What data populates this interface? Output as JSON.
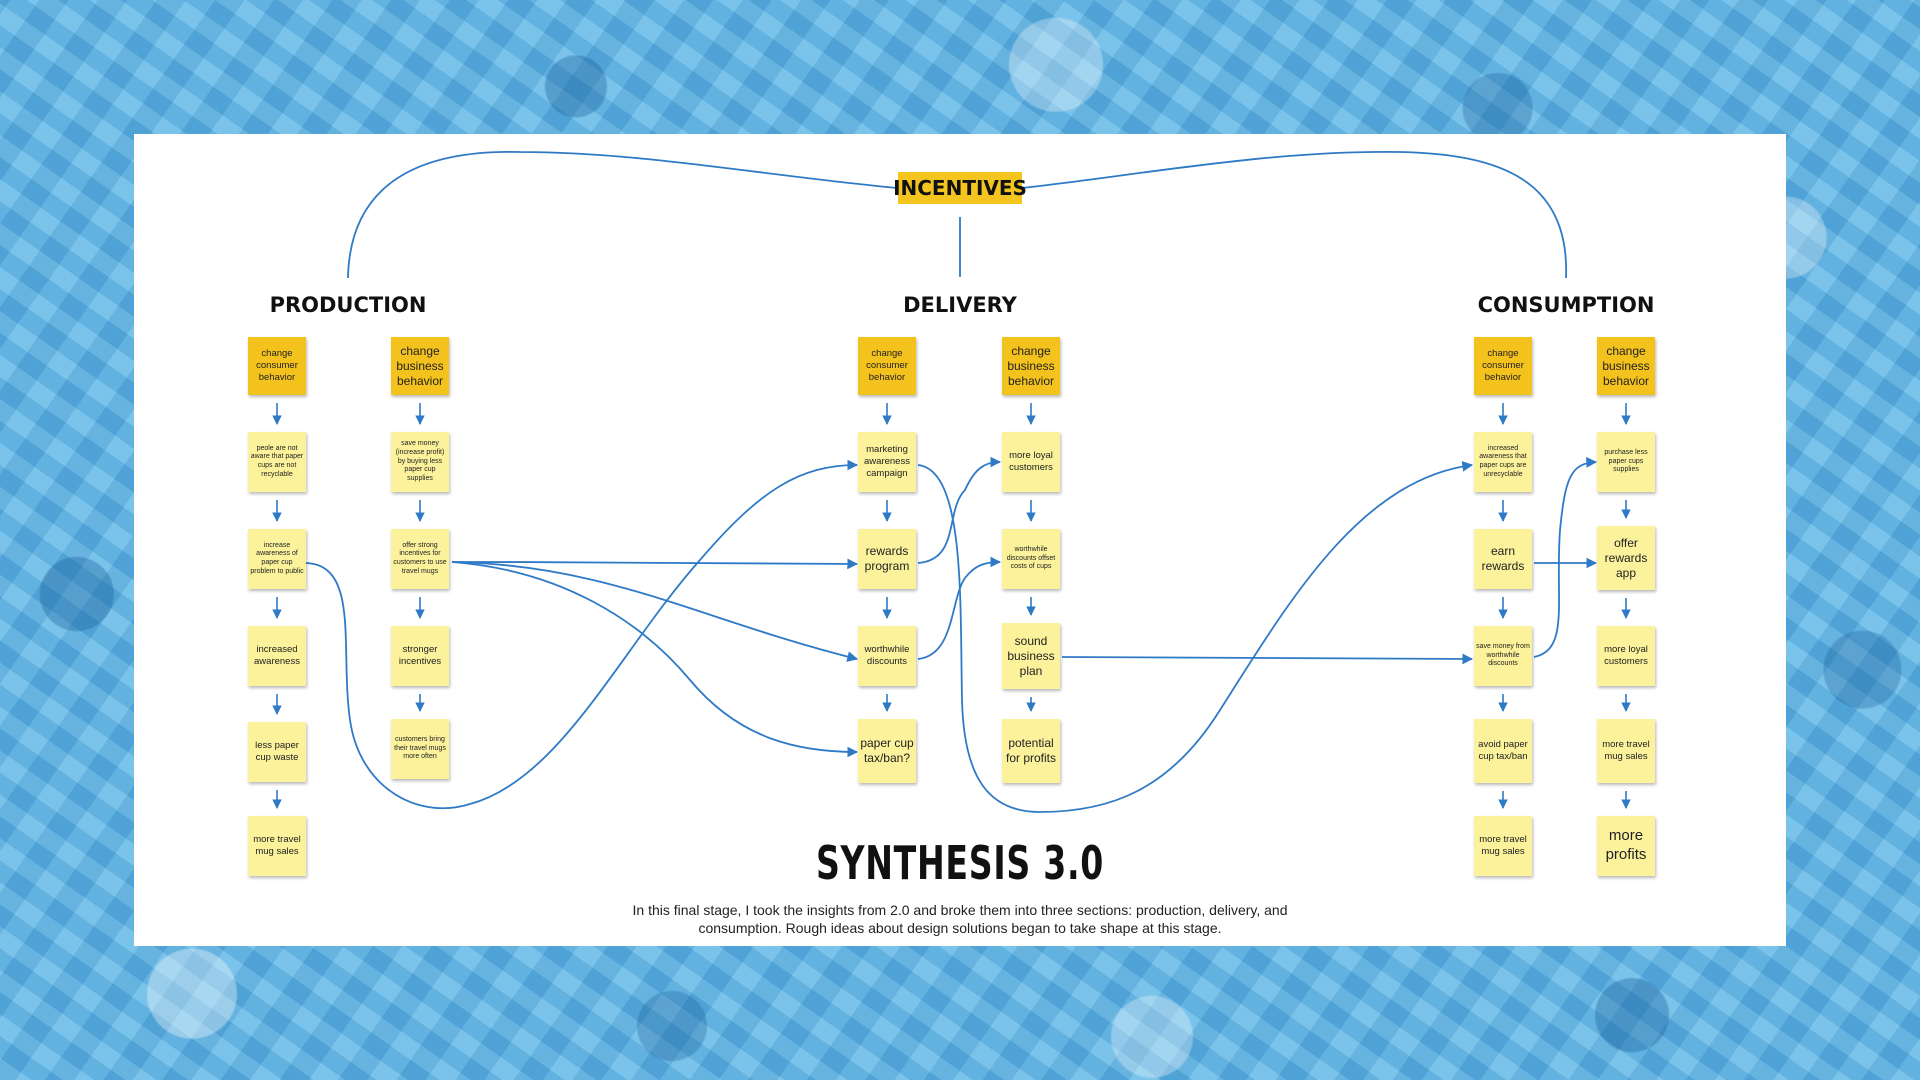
{
  "diagram": {
    "title": "SYNTHESIS 3.0",
    "caption": "In this final stage, I took the insights from 2.0 and broke them into three sections: production, delivery, and consumption. Rough ideas about design solutions began to take shape at this stage.",
    "hub": "INCENTIVES",
    "colors": {
      "header_note": "#f4c21d",
      "idea_note": "#fbf29b",
      "hub": "#f5c51f",
      "connector": "#2f7ac6",
      "background": "#5fb6e6"
    },
    "sections": {
      "production": {
        "title": "PRODUCTION",
        "col1": [
          "change consumer behavior",
          "peole are not aware that paper cups are not recyclable",
          "increase awareness of paper cup problem to public",
          "increased awareness",
          "less paper cup waste",
          "more travel mug sales"
        ],
        "col2": [
          "change business behavior",
          "save money (increase profit) by buying less paper cup supplies",
          "offer strong incentives for customers to use travel mugs",
          "stronger incentives",
          "customers bring their travel mugs more often"
        ]
      },
      "delivery": {
        "title": "DELIVERY",
        "col1": [
          "change consumer behavior",
          "marketing awareness campaign",
          "rewards program",
          "worthwhile discounts",
          "paper cup tax/ban?"
        ],
        "col2": [
          "change business behavior",
          "more loyal customers",
          "worthwhile discounts offset costs of cups",
          "sound business plan",
          "potential for profits"
        ]
      },
      "consumption": {
        "title": "CONSUMPTION",
        "col1": [
          "change consumer behavior",
          "increased awareness that paper cups are unrecyclable",
          "earn rewards",
          "save money from worthwhile discounts",
          "avoid paper cup tax/ban",
          "more travel mug sales"
        ],
        "col2": [
          "change business behavior",
          "purchase less paper cups supplies",
          "offer rewards app",
          "more loyal customers",
          "more travel mug sales",
          "more profits"
        ]
      }
    }
  }
}
